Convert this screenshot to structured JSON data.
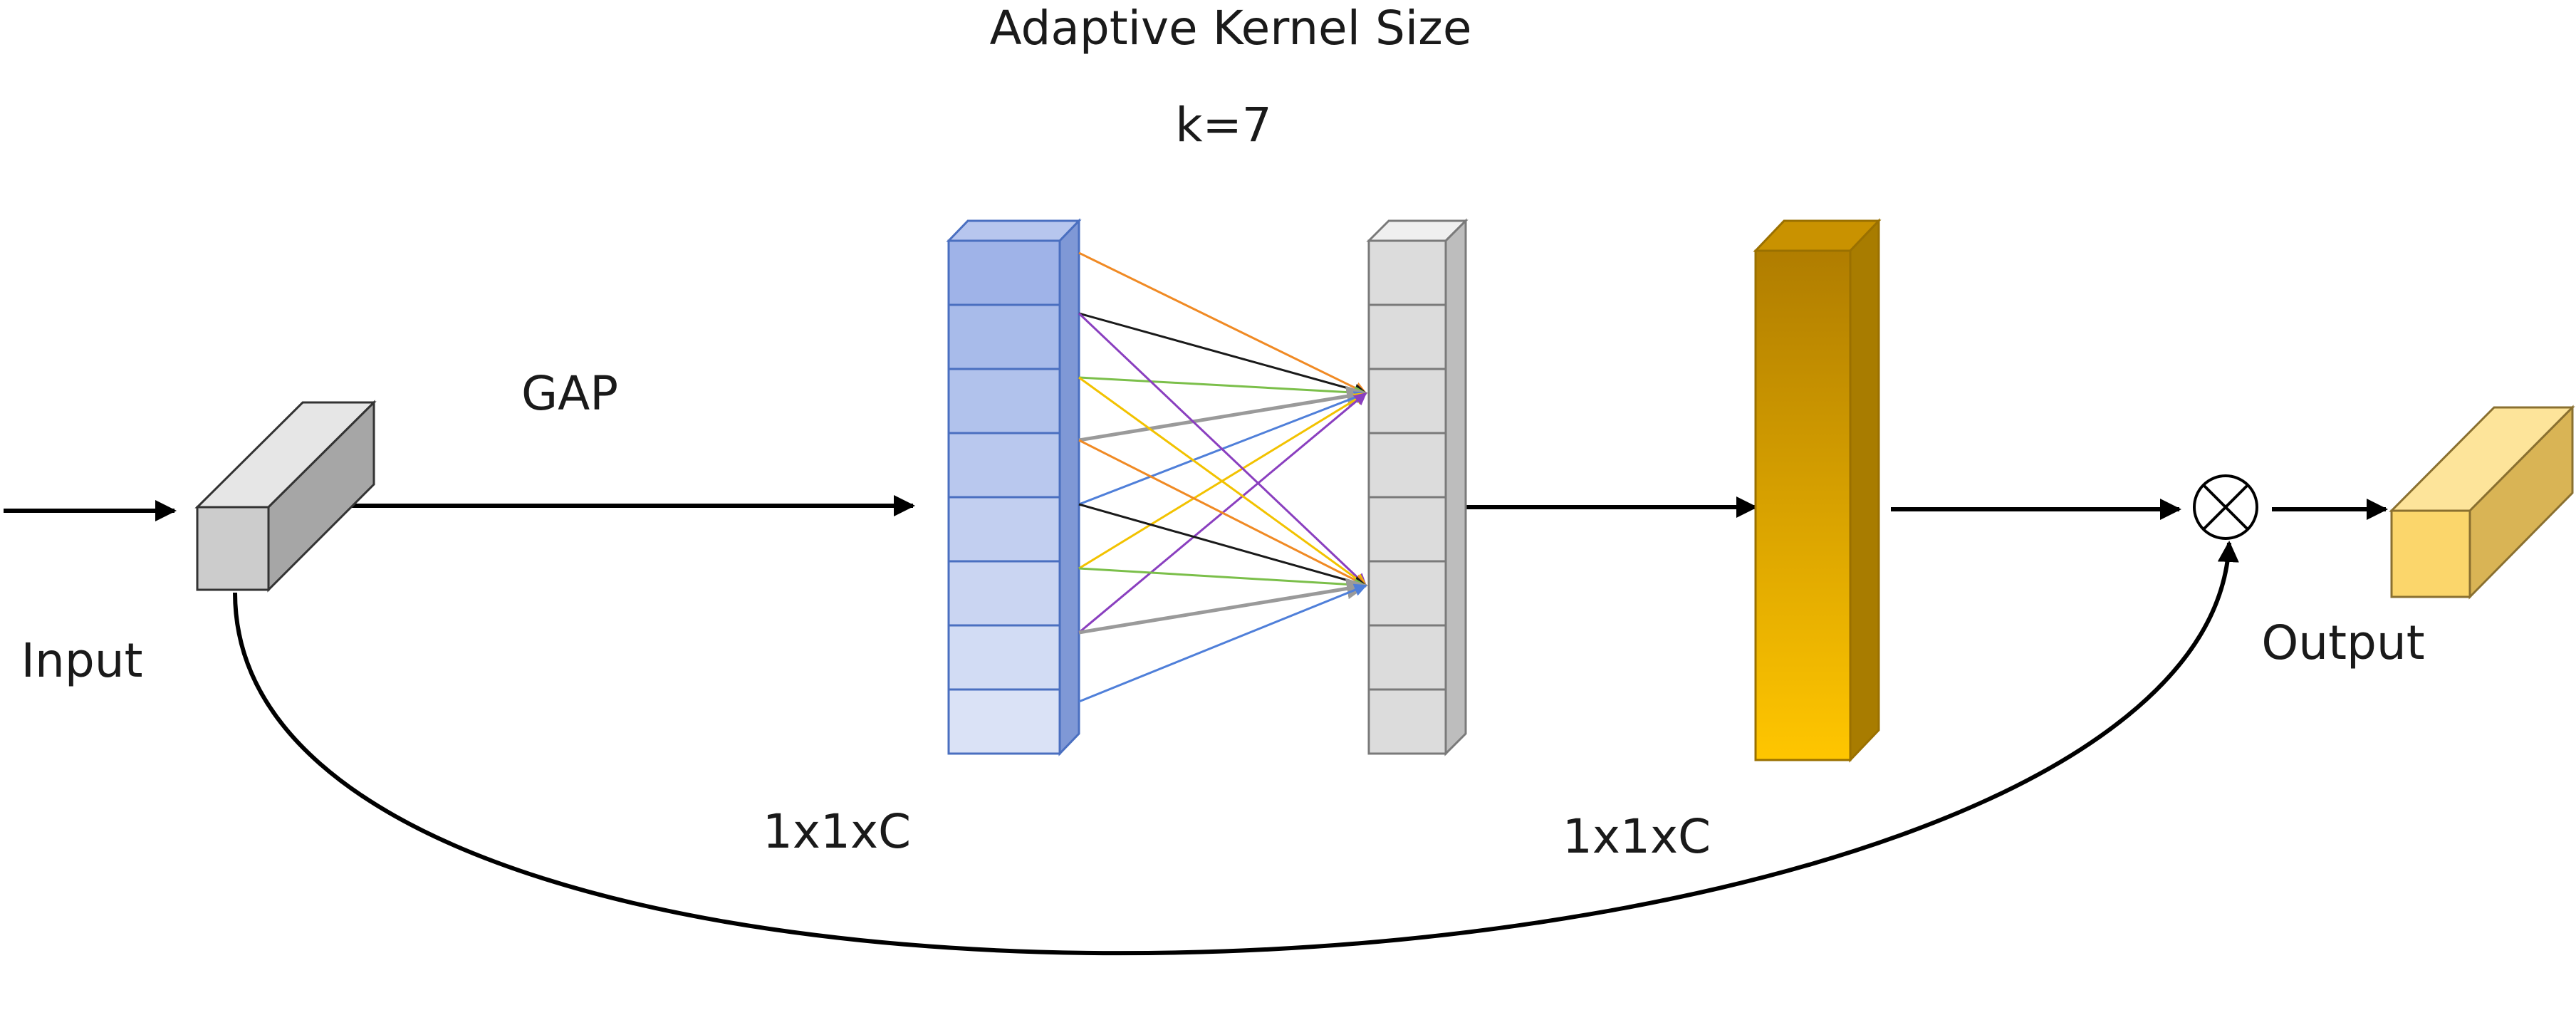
{
  "labels": {
    "title": "Adaptive Kernel Size",
    "kernel": "k=7",
    "gap": "GAP",
    "input": "Input",
    "output": "Output",
    "dim_left": "1x1xC",
    "dim_right": "1x1xC",
    "multiply_symbol": "⊗"
  },
  "colors": {
    "input_block": "#cccccc",
    "blue_stack": "#8fa6e0",
    "gray_stack": "#d9d9d9",
    "gold_bar": "#e5a800",
    "output_block": "#fbd66b",
    "connections": [
      "#f08a24",
      "#1a1a1a",
      "#7bbf4a",
      "#f2c200",
      "#9a9a9a",
      "#4f7fd9",
      "#8a3fbf"
    ]
  },
  "structure": {
    "channel_cells": 8,
    "connected_outputs": 2
  }
}
